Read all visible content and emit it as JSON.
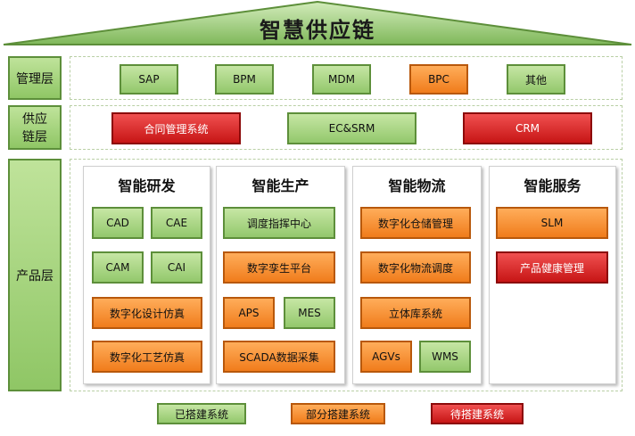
{
  "title": "智慧供应链",
  "layers": {
    "management": "管理层",
    "supply": "供应链层",
    "product": "产品层"
  },
  "management_items": [
    "SAP",
    "BPM",
    "MDM",
    "BPC",
    "其他"
  ],
  "supply_items": [
    "合同管理系统",
    "EC&SRM",
    "CRM"
  ],
  "panels": {
    "rd": {
      "title": "智能研发",
      "items": [
        "CAD",
        "CAE",
        "CAM",
        "CAI",
        "数字化设计仿真",
        "数字化工艺仿真"
      ]
    },
    "production": {
      "title": "智能生产",
      "items": [
        "调度指挥中心",
        "数字孪生平台",
        "APS",
        "MES",
        "SCADA数据采集"
      ]
    },
    "logistics": {
      "title": "智能物流",
      "items": [
        "数字化仓储管理",
        "数字化物流调度",
        "立体库系统",
        "AGVs",
        "WMS"
      ]
    },
    "service": {
      "title": "智能服务",
      "items": [
        "SLM",
        "产品健康管理"
      ]
    }
  },
  "legend": [
    "已搭建系统",
    "部分搭建系统",
    "待搭建系统"
  ],
  "colors": {
    "built": "#93c86c",
    "partial": "#f07c1b",
    "pending": "#c71515",
    "roof": "#9acb78"
  }
}
